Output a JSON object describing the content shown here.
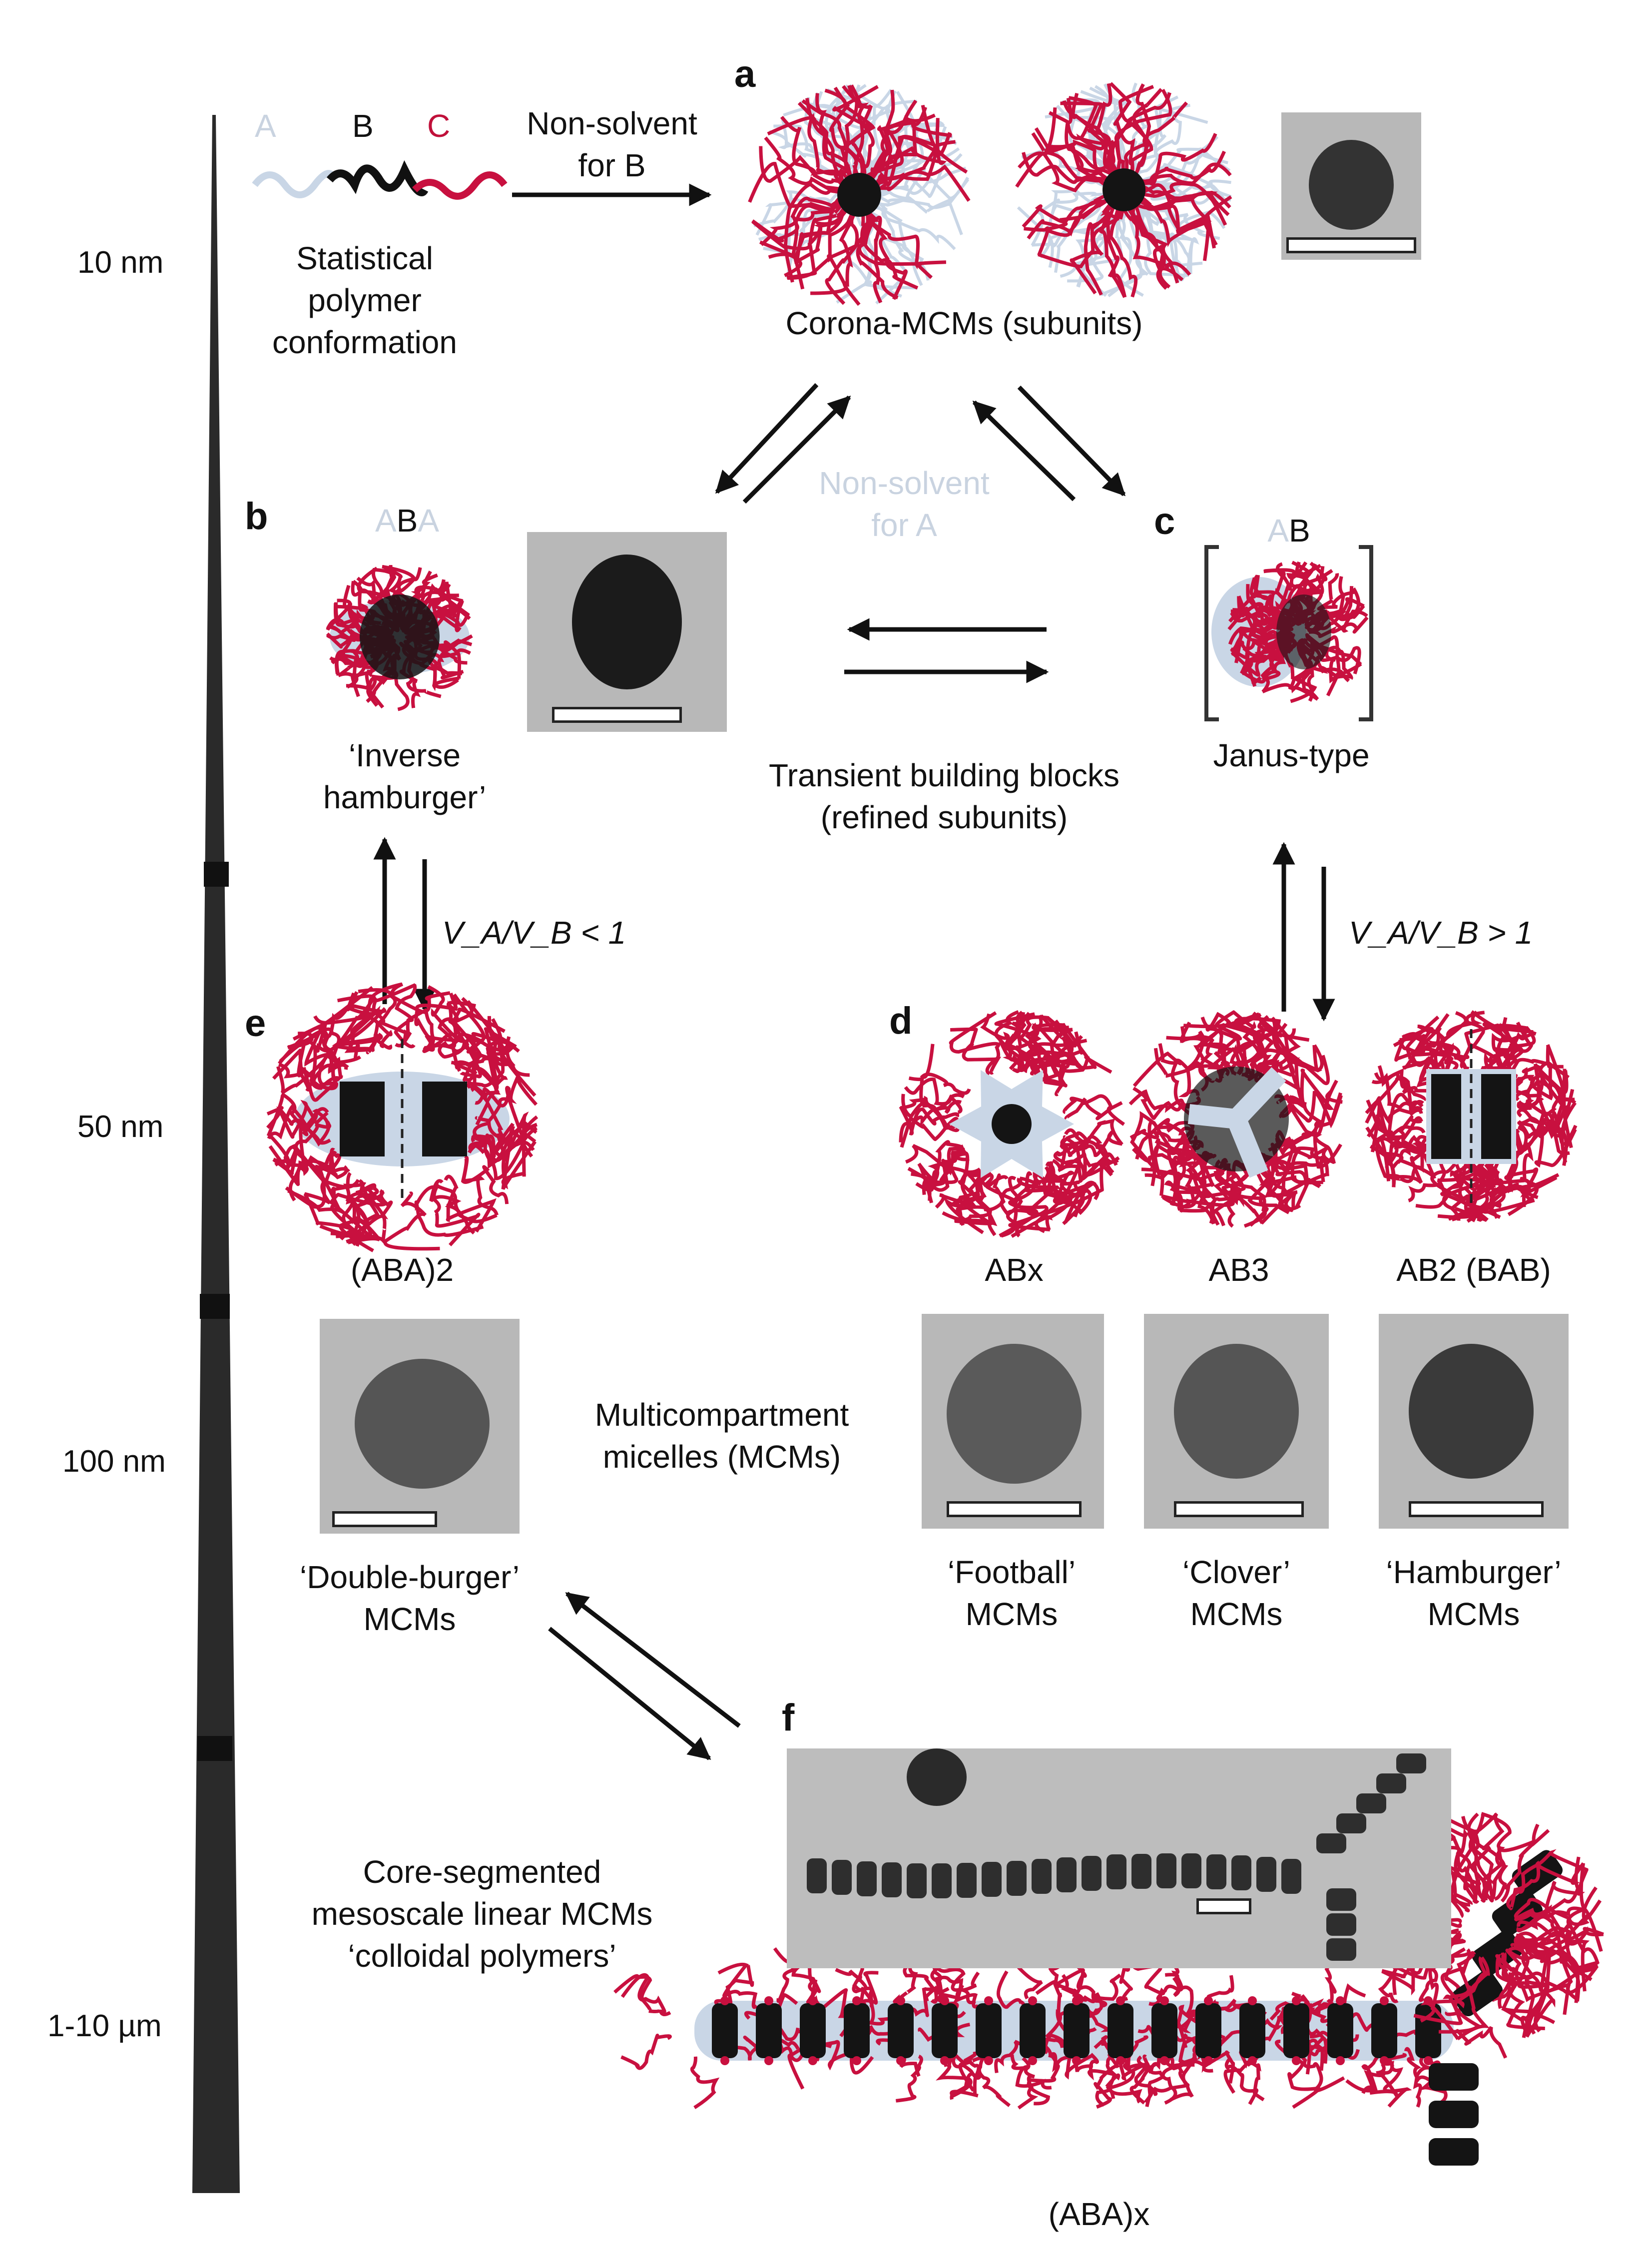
{
  "panels": {
    "a": "a",
    "b": "b",
    "c": "c",
    "d": "d",
    "e": "e",
    "f": "f"
  },
  "scale_labels": [
    "10 nm",
    "50 nm",
    "100 nm",
    "1-10 µm"
  ],
  "top": {
    "block_letters": [
      "A",
      "B",
      "C"
    ],
    "arrow_label": "Non-solvent\nfor B",
    "polymer_caption": "Statistical\npolymer\nconformation",
    "corona_caption": "Corona-MCMs (subunits)"
  },
  "middle": {
    "non_solvent_A": "Non-solvent\nfor A",
    "transient_caption": "Transient building blocks\n(refined subunits)",
    "b_formula_ghost1": "A",
    "b_formula_B": "B",
    "b_formula_ghost2": "A",
    "b_caption": "‘Inverse\nhamburger’",
    "c_formula_ghost": "A",
    "c_formula_B": "B",
    "c_caption": "Janus-type",
    "ratio_left": "V_A/V_B < 1",
    "ratio_right": "V_A/V_B > 1"
  },
  "lower": {
    "e_formula": "(ABA)2",
    "d_formula_1": "ABx",
    "d_formula_2": "AB3",
    "d_formula_3": "AB2 (BAB)",
    "mcm_caption": "Multicompartment\nmicelles (MCMs)",
    "double_burger": "‘Double-burger’\nMCMs",
    "football": "‘Football’\nMCMs",
    "clover": "‘Clover’\nMCMs",
    "hamburger": "‘Hamburger’\nMCMs"
  },
  "bottom": {
    "core_segmented": "Core-segmented\nmesoscale linear MCMs\n‘colloidal polymers’",
    "f_formula": "(ABA)x"
  },
  "colors": {
    "red_corona": "#c8103f",
    "light_blue": "#c9d6e6",
    "core": "#141414",
    "tem_bg": "#b5b5b5"
  }
}
